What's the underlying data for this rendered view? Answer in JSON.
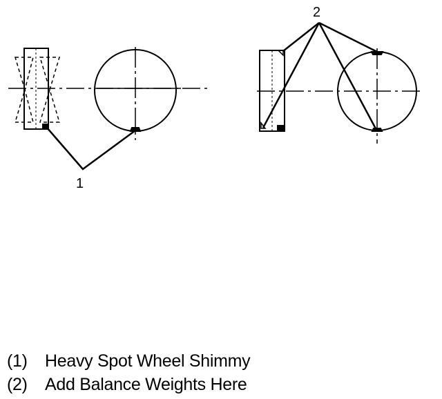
{
  "diagram": {
    "callouts": {
      "one": "1",
      "two": "2"
    }
  },
  "legend": {
    "items": [
      {
        "number": "(1)",
        "text": "Heavy Spot Wheel Shimmy"
      },
      {
        "number": "(2)",
        "text": "Add Balance Weights Here"
      }
    ]
  },
  "colors": {
    "ink": "#000000",
    "background": "#ffffff"
  }
}
